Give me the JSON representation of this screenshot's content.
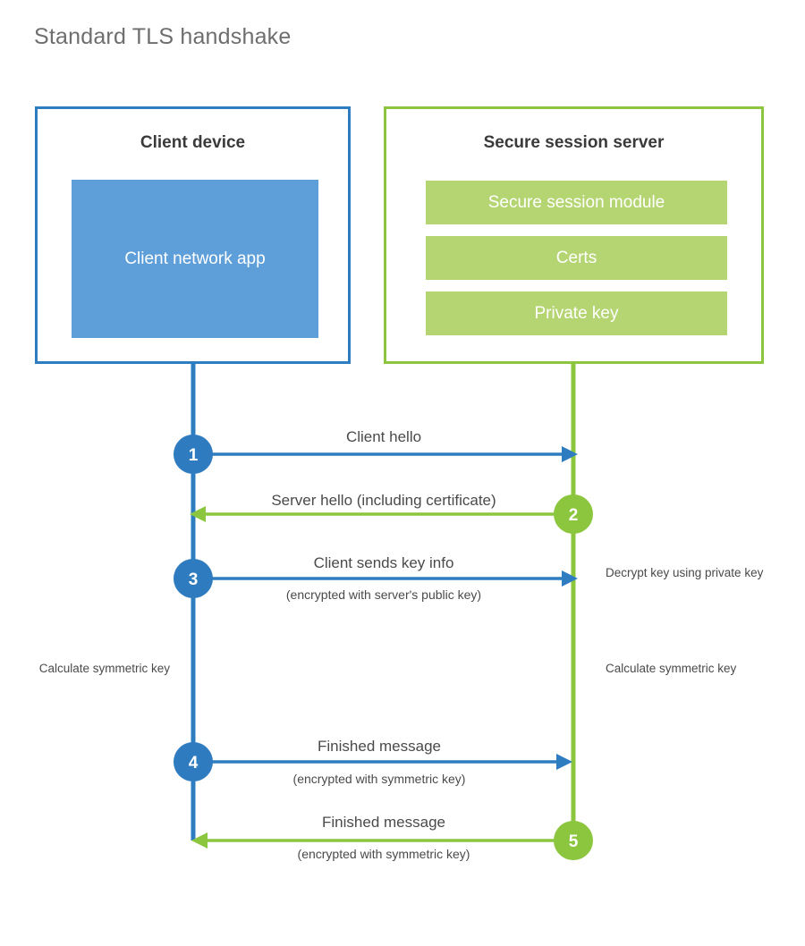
{
  "title": "Standard TLS handshake",
  "colors": {
    "client_border": "#2E7DC0",
    "client_fill": "#5E9FDA",
    "server_border": "#8CC63E",
    "server_fill": "#B5D572",
    "client_accent": "#2E7CBF",
    "server_accent": "#8CC63E",
    "text": "#4a4a4a",
    "title_text": "#6e6e6e",
    "background": "#ffffff"
  },
  "client_panel": {
    "title": "Client device",
    "app_label": "Client network app"
  },
  "server_panel": {
    "title": "Secure session server",
    "bars": [
      {
        "label": "Secure session module"
      },
      {
        "label": "Certs"
      },
      {
        "label": "Private key"
      }
    ]
  },
  "steps": [
    {
      "number": "1",
      "direction": "client-to-server",
      "actor": "client",
      "main": "Client hello",
      "sub": ""
    },
    {
      "number": "2",
      "direction": "server-to-client",
      "actor": "server",
      "main": "Server hello (including certificate)",
      "sub": ""
    },
    {
      "number": "3",
      "direction": "client-to-server",
      "actor": "client",
      "main": "Client sends key info",
      "sub": "(encrypted with server's public key)"
    },
    {
      "number": "4",
      "direction": "client-to-server",
      "actor": "client",
      "main": "Finished message",
      "sub": "(encrypted with symmetric key)"
    },
    {
      "number": "5",
      "direction": "server-to-client",
      "actor": "server",
      "main": "Finished message",
      "sub": "(encrypted with symmetric key)"
    }
  ],
  "notes": {
    "decrypt_key": "Decrypt key using private key",
    "calculate_left": "Calculate symmetric key",
    "calculate_right": "Calculate symmetric key"
  }
}
